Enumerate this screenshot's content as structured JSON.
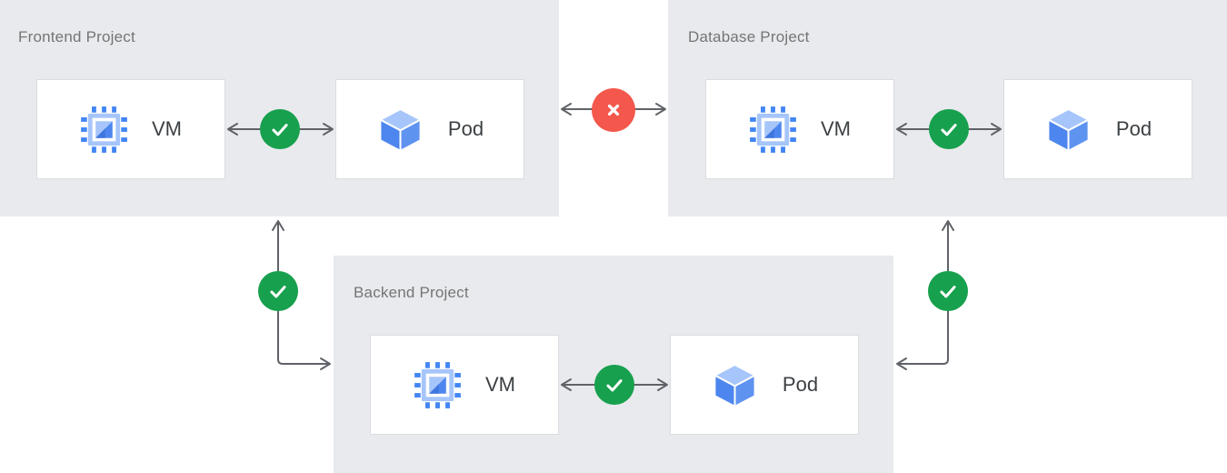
{
  "projects": [
    {
      "id": "frontend",
      "title": "Frontend Project",
      "nodes": [
        {
          "type": "vm",
          "label": "VM"
        },
        {
          "type": "pod",
          "label": "Pod"
        }
      ],
      "internal_connection": {
        "status": "allowed",
        "icon": "check-icon"
      }
    },
    {
      "id": "database",
      "title": "Database Project",
      "nodes": [
        {
          "type": "vm",
          "label": "VM"
        },
        {
          "type": "pod",
          "label": "Pod"
        }
      ],
      "internal_connection": {
        "status": "allowed",
        "icon": "check-icon"
      }
    },
    {
      "id": "backend",
      "title": "Backend Project",
      "nodes": [
        {
          "type": "vm",
          "label": "VM"
        },
        {
          "type": "pod",
          "label": "Pod"
        }
      ],
      "internal_connection": {
        "status": "allowed",
        "icon": "check-icon"
      }
    }
  ],
  "connections": [
    {
      "from": "frontend",
      "to": "database",
      "status": "blocked",
      "icon": "cross-icon"
    },
    {
      "from": "frontend",
      "to": "backend",
      "status": "allowed",
      "icon": "check-icon"
    },
    {
      "from": "database",
      "to": "backend",
      "status": "allowed",
      "icon": "check-icon"
    }
  ],
  "icons": {
    "vm": "chip-icon",
    "pod": "cube-icon",
    "allowed": "check-icon",
    "blocked": "cross-icon"
  },
  "colors": {
    "canvas-bg": "#ffffff",
    "project-bg": "#e8eaed",
    "title-color": "#757575",
    "label-color": "#3c4043",
    "card-border": "#dadce0",
    "arrow-color": "#5f6368",
    "allowed-color": "#17a04d",
    "blocked-color": "#f4574c",
    "blue": "#4285f4",
    "blue-light": "#a6c5fa",
    "blue-mid": "#4d86ee",
    "blue-mid2": "#5f93f0",
    "blue-dark": "#3f76de"
  }
}
